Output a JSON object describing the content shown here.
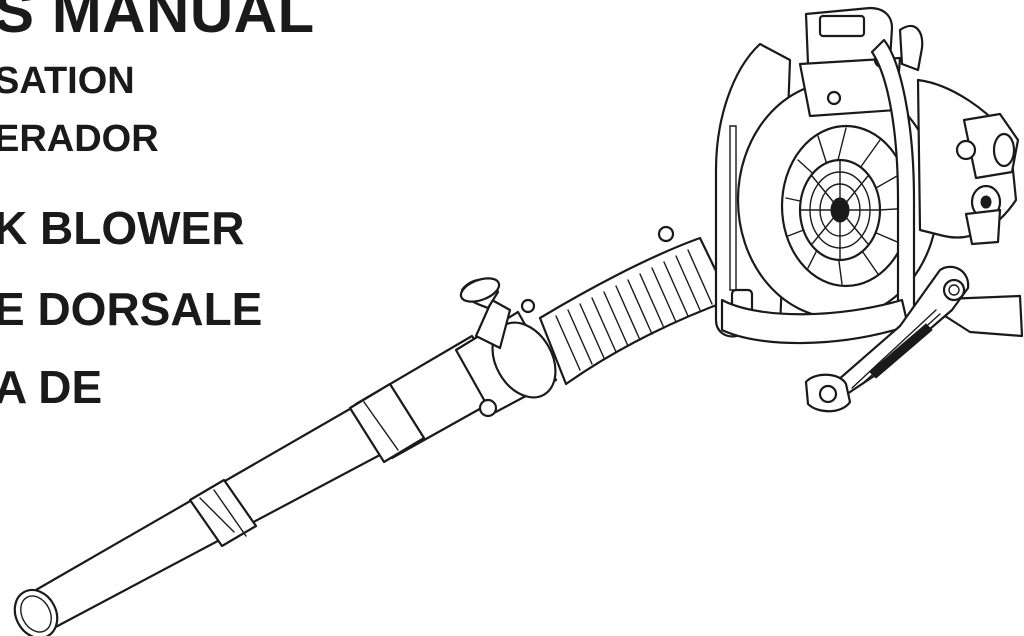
{
  "document": {
    "title_lines": [
      "S MANUAL",
      "SATION",
      "ERADOR",
      "K BLOWER",
      "E DORSALE",
      "A DE"
    ]
  },
  "colors": {
    "text": "#1a1a1a",
    "background": "#ffffff",
    "line_art": "#1a1a1a"
  },
  "illustration": {
    "subject": "backpack-blower-line-art"
  }
}
